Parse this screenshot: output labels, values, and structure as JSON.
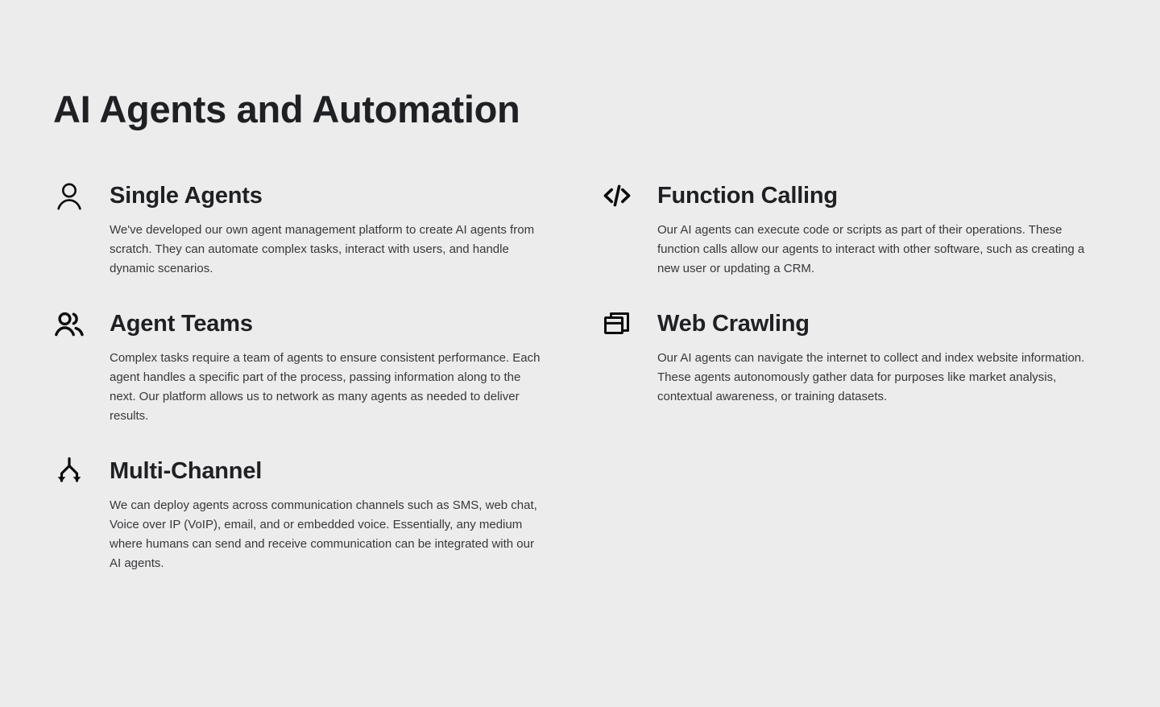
{
  "page": {
    "title": "AI Agents and Automation",
    "background_color": "#ececec",
    "heading_color": "#1f2023",
    "body_text_color": "#37383b",
    "icon_color": "#0c0c0d"
  },
  "columns": {
    "left": [
      {
        "icon": "single-person-icon",
        "heading": "Single Agents",
        "body": "We've developed our own agent management platform to create AI agents from scratch. They can automate complex tasks, interact with users, and handle dynamic scenarios."
      },
      {
        "icon": "two-people-icon",
        "heading": "Agent Teams",
        "body": "Complex tasks require a team of agents to ensure consistent performance. Each agent handles a specific part of the process, passing information along to the next. Our platform allows us to network as many agents as needed to deliver results."
      },
      {
        "icon": "split-arrows-icon",
        "heading": "Multi-Channel",
        "body": "We can deploy agents across communication channels such as SMS, web chat, Voice over IP (VoIP), email, and or embedded voice. Essentially, any medium where humans can send and receive communication can be integrated with our AI agents."
      }
    ],
    "right": [
      {
        "icon": "code-brackets-icon",
        "heading": "Function Calling",
        "body": "Our AI agents can execute code or scripts as part of their operations. These function calls allow our agents to interact with other software, such as creating a new user or updating a CRM."
      },
      {
        "icon": "stacked-windows-icon",
        "heading": "Web Crawling",
        "body": "Our AI agents can navigate the internet to collect and index website information. These agents autonomously gather data for purposes like market analysis, contextual awareness, or training datasets."
      }
    ]
  }
}
